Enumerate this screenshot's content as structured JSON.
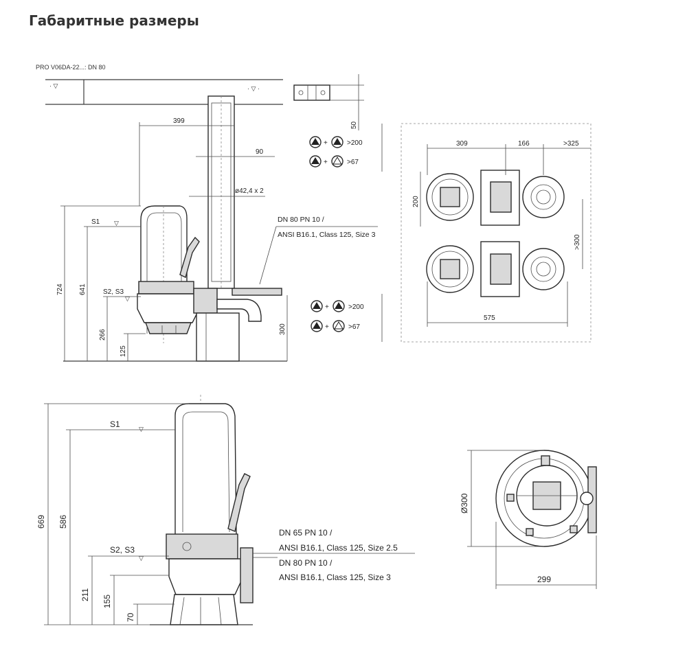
{
  "title": "Габаритные размеры",
  "top_view": {
    "header": "PRO V06DA-22...: DN 80",
    "dims": {
      "d399": "399",
      "d90": "90",
      "d50": "50",
      "pipe": "ø42,4 x 2",
      "d724": "724",
      "d641": "641",
      "d266": "266",
      "d125": "125",
      "d300": "300"
    },
    "levels": {
      "s1": "S1",
      "s2s3": "S2, S3"
    },
    "flange": [
      "DN 80 PN 10 /",
      "ANSI B16.1, Class 125, Size 3"
    ]
  },
  "plan_view": {
    "dims": {
      "d309": "309",
      "d166": "166",
      "d325": ">325",
      "d200": "200",
      "d300b": ">300",
      "d575": "575"
    },
    "rules": [
      ">200",
      ">67",
      ">200",
      ">67"
    ]
  },
  "single_view": {
    "dims": {
      "d669": "669",
      "d586": "586",
      "d211": "211",
      "d155": "155",
      "d70": "70"
    },
    "levels": {
      "s1": "S1",
      "s2s3": "S2, S3"
    },
    "flanges": [
      "DN 65 PN 10 /",
      "ANSI B16.1, Class 125, Size 2.5",
      "DN 80 PN 10 /",
      "ANSI B16.1, Class 125, Size 3"
    ]
  },
  "bottom_view": {
    "dims": {
      "dia": "Ø300",
      "d299": "299"
    }
  }
}
